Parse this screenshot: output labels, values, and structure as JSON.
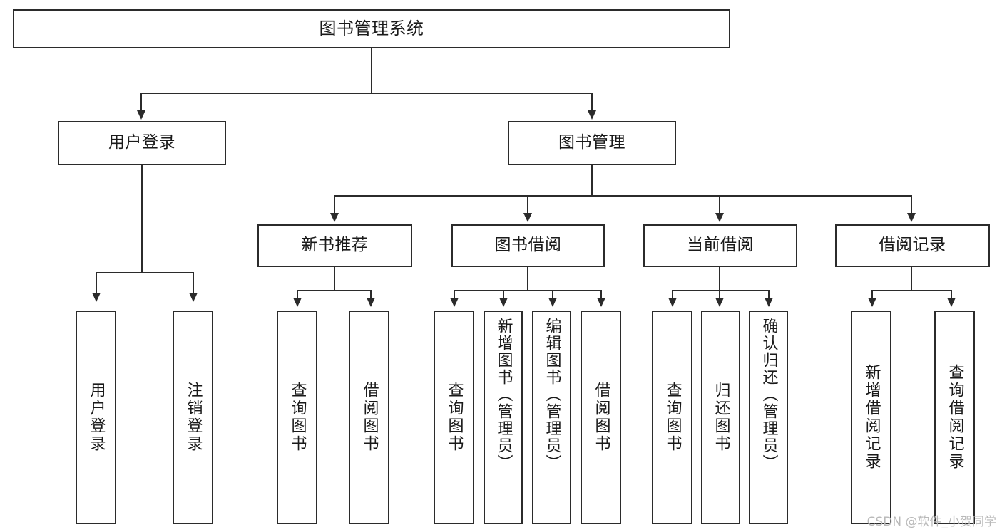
{
  "diagram": {
    "title": "图书管理系统",
    "type": "hierarchy-tree",
    "root": {
      "id": "root",
      "label": "图书管理系统"
    },
    "level2": [
      {
        "id": "user-login",
        "label": "用户登录"
      },
      {
        "id": "book-management",
        "label": "图书管理"
      }
    ],
    "level3": [
      {
        "id": "new-book-recommend",
        "label": "新书推荐"
      },
      {
        "id": "book-borrow",
        "label": "图书借阅"
      },
      {
        "id": "current-borrow",
        "label": "当前借阅"
      },
      {
        "id": "borrow-record",
        "label": "借阅记录"
      }
    ],
    "leaves": {
      "user_login": [
        {
          "id": "leaf-user-login",
          "label": "用户登录"
        },
        {
          "id": "leaf-logout-login",
          "label": "注销登录"
        }
      ],
      "new_book_recommend": [
        {
          "id": "leaf-query-book-1",
          "label": "查询图书"
        },
        {
          "id": "leaf-borrow-book-1",
          "label": "借阅图书"
        }
      ],
      "book_borrow": [
        {
          "id": "leaf-query-book-2",
          "label": "查询图书"
        },
        {
          "id": "leaf-add-book",
          "label": "新增图书（管理员）"
        },
        {
          "id": "leaf-edit-book",
          "label": "编辑图书（管理员）"
        },
        {
          "id": "leaf-borrow-book-2",
          "label": "借阅图书"
        }
      ],
      "current_borrow": [
        {
          "id": "leaf-query-book-3",
          "label": "查询图书"
        },
        {
          "id": "leaf-return-book",
          "label": "归还图书"
        },
        {
          "id": "leaf-confirm-return",
          "label": "确认归还（管理员）"
        }
      ],
      "borrow_record": [
        {
          "id": "leaf-add-record",
          "label": "新增借阅记录"
        },
        {
          "id": "leaf-query-record",
          "label": "查询借阅记录"
        }
      ]
    },
    "colors": {
      "border": "#2b2b2b",
      "background": "#ffffff",
      "text": "#1a1a1a",
      "watermark": "#b9b9b9"
    }
  },
  "watermark": {
    "text": "CSDN @软件_小贺同学"
  }
}
